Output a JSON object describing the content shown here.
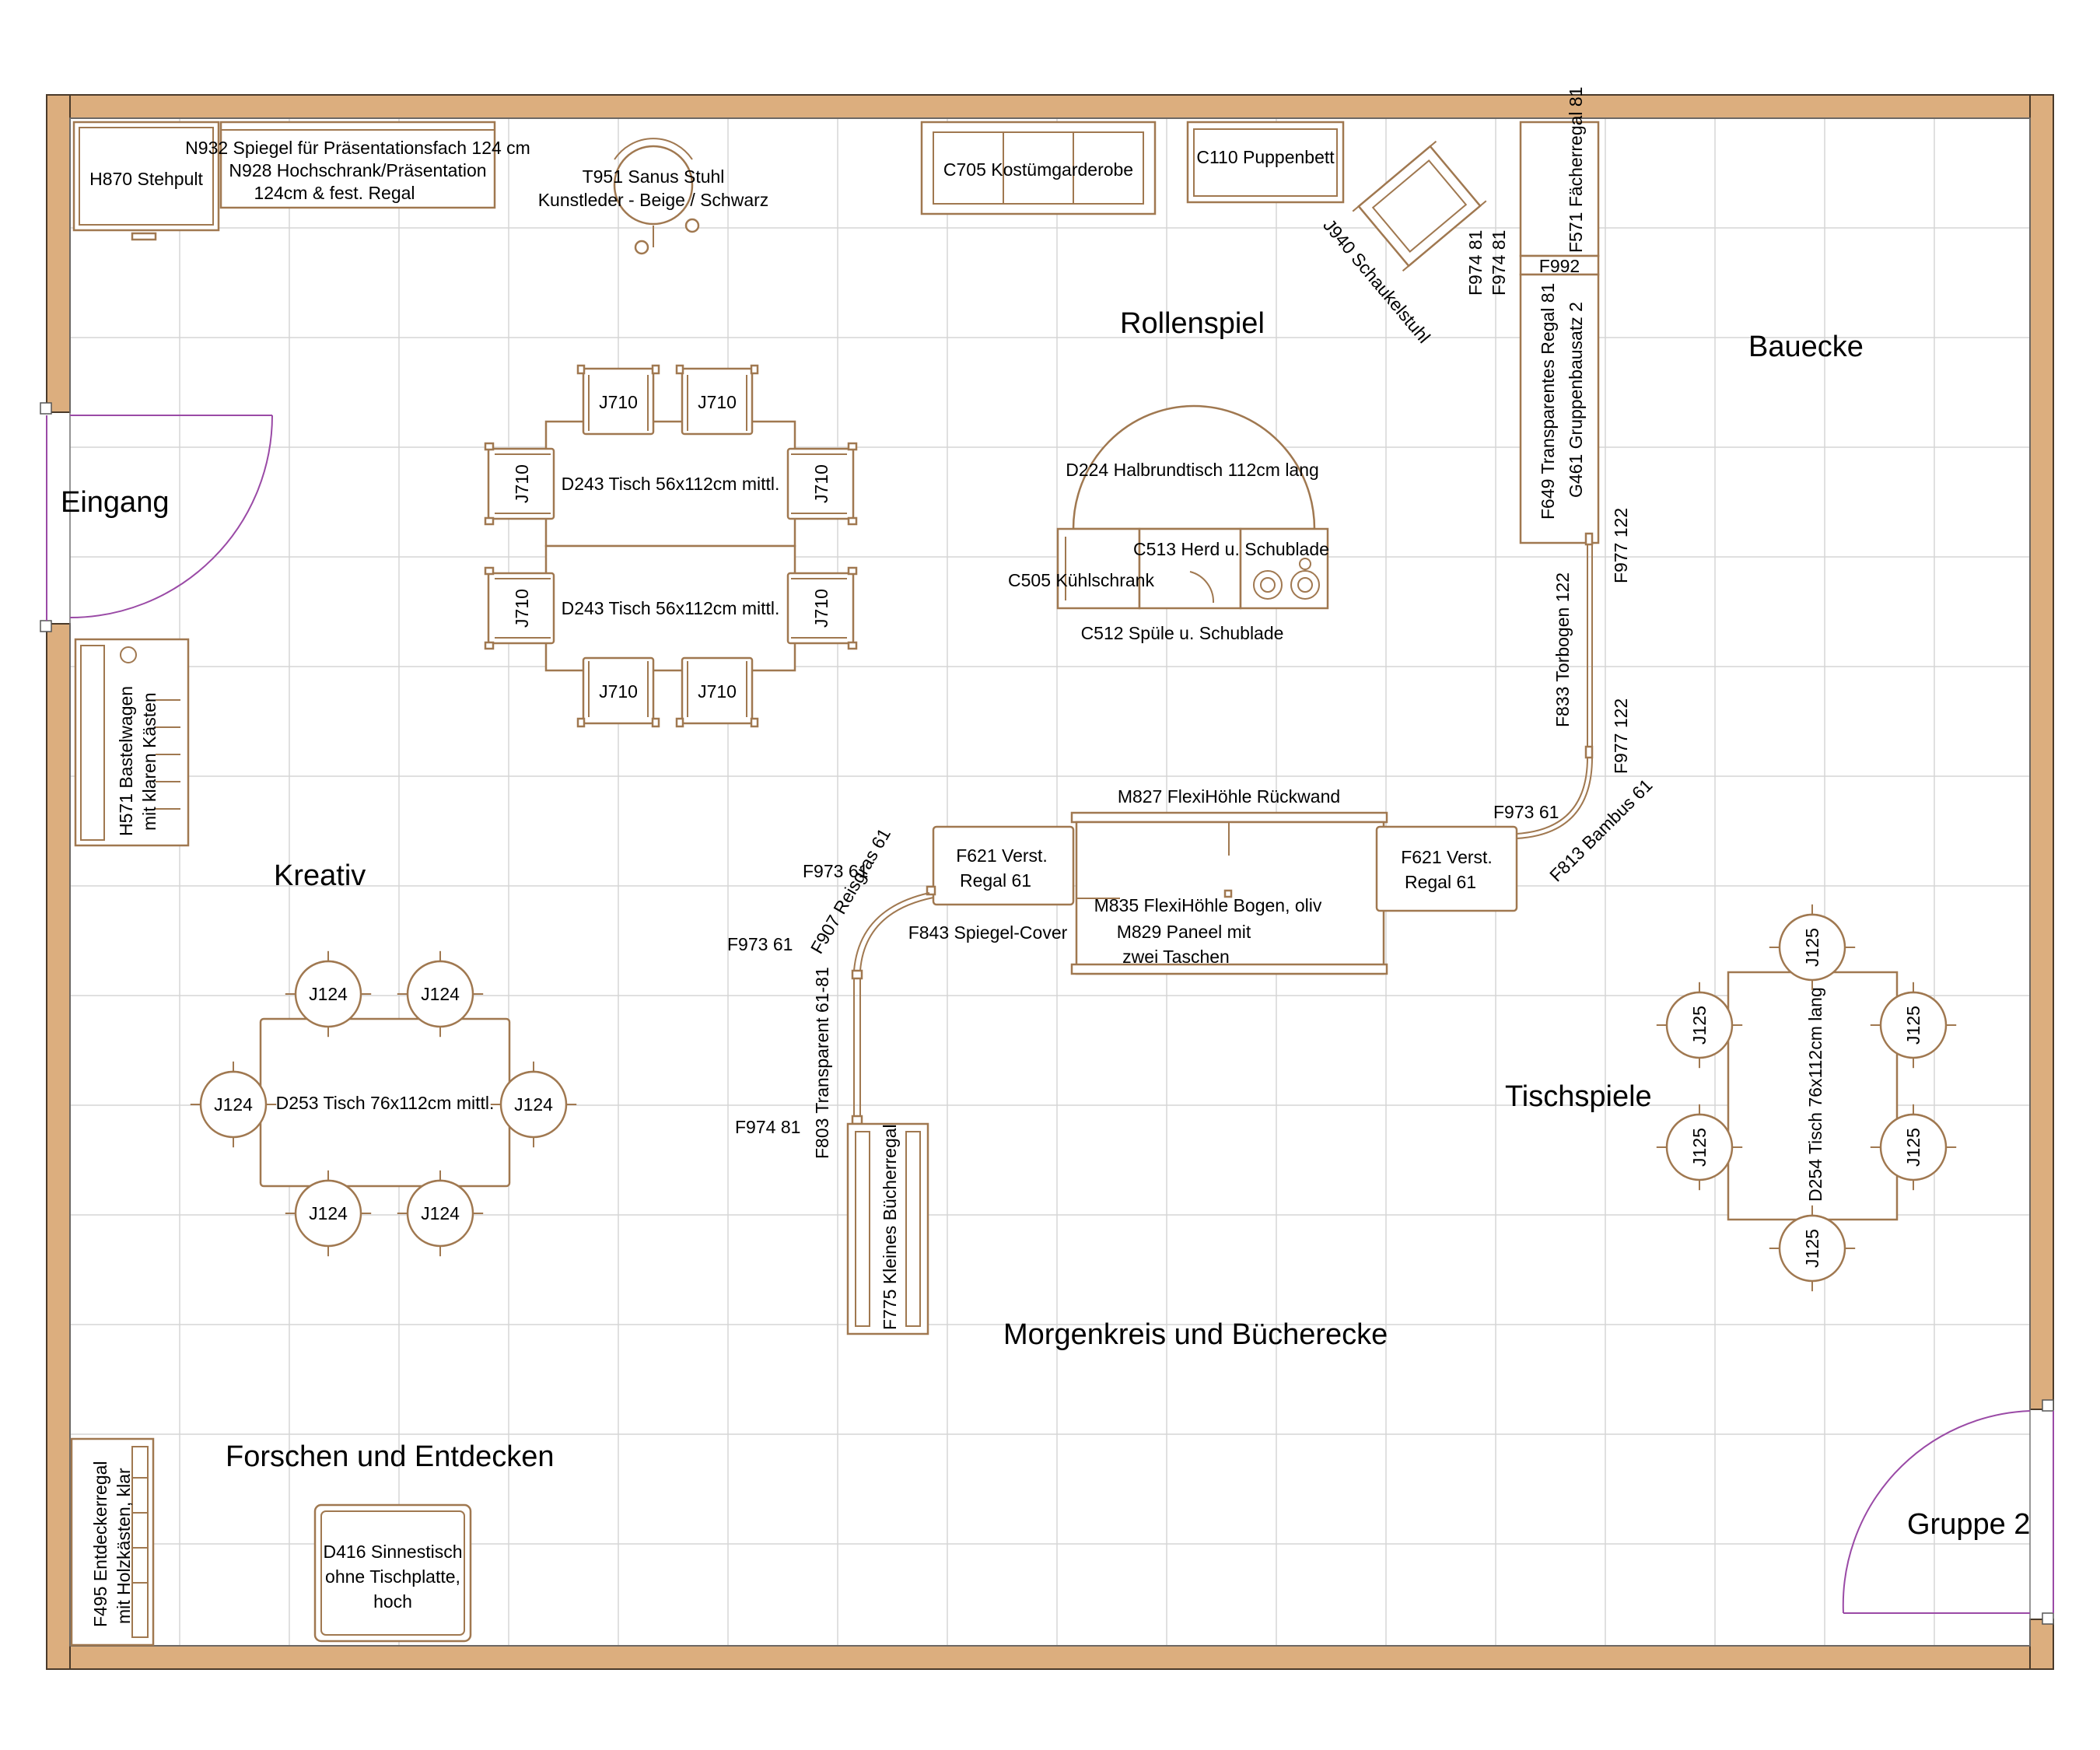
{
  "zones": {
    "eingang": "Eingang",
    "rollenspiel": "Rollenspiel",
    "bauecke": "Bauecke",
    "kreativ": "Kreativ",
    "tischspiele": "Tischspiele",
    "morgenkreis": "Morgenkreis und Bücherecke",
    "forschen": "Forschen und Entdecken",
    "gruppe2": "Gruppe 2"
  },
  "items": {
    "h870": "H870 Stehpult",
    "n932": "N932 Spiegel für Präsentationsfach 124 cm",
    "n928_1": "N928 Hochschrank/Präsentation",
    "n928_2": "124cm & fest. Regal",
    "t951_1": "T951 Sanus Stuhl",
    "t951_2": "Kunstleder - Beige / Schwarz",
    "c705": "C705 Kostümgarderobe",
    "c110": "C110 Puppenbett",
    "j940": "J940 Schaukelstuhl",
    "f974_81": "F974 81",
    "f571": "F571 Fächerregal 81",
    "f992": "F992",
    "f649": "F649 Transparentes Regal 81",
    "g461": "G461 Gruppenbausatz 2",
    "f977_122": "F977 122",
    "f833": "F833 Torbogen 122",
    "f973_61": "F973 61",
    "f813": "F813 Bambus 61",
    "d224": "D224 Halbrundtisch 112cm lang",
    "c513": "C513 Herd u. Schublade",
    "c505": "C505 Kühlschrank",
    "c512": "C512 Spüle u. Schublade",
    "j710": "J710",
    "d243": "D243 Tisch 56x112cm mittl.",
    "h571_1": "H571 Bastelwagen",
    "h571_2": "mit klaren Kästen",
    "m827": "M827 FlexiHöhle Rückwand",
    "f621_1": "F621 Verst.",
    "f621_2": "Regal 61",
    "m835": "M835 FlexiHöhle Bogen, oliv",
    "m829_1": "M829 Paneel mit",
    "m829_2": "zwei Taschen",
    "f843": "F843 Spiegel-Cover",
    "f907": "F907 Reisgras 61",
    "f803": "F803 Transparent 61-81",
    "f775": "F775 Kleines Bücherregal",
    "j124": "J124",
    "d253": "D253 Tisch 76x112cm mittl.",
    "j125": "J125",
    "d254": "D254 Tisch 76x112cm lang",
    "f495_1": "F495 Entdeckerregal",
    "f495_2": "mit Holzkästen, klar",
    "d416_1": "D416 Sinnestisch",
    "d416_2": "ohne Tischplatte,",
    "d416_3": "hoch"
  },
  "colors": {
    "wall": "#dcae7e",
    "furniture_outline": "#a07850",
    "door_arc": "#9a4aa6",
    "grid": "#d6d6d6"
  }
}
